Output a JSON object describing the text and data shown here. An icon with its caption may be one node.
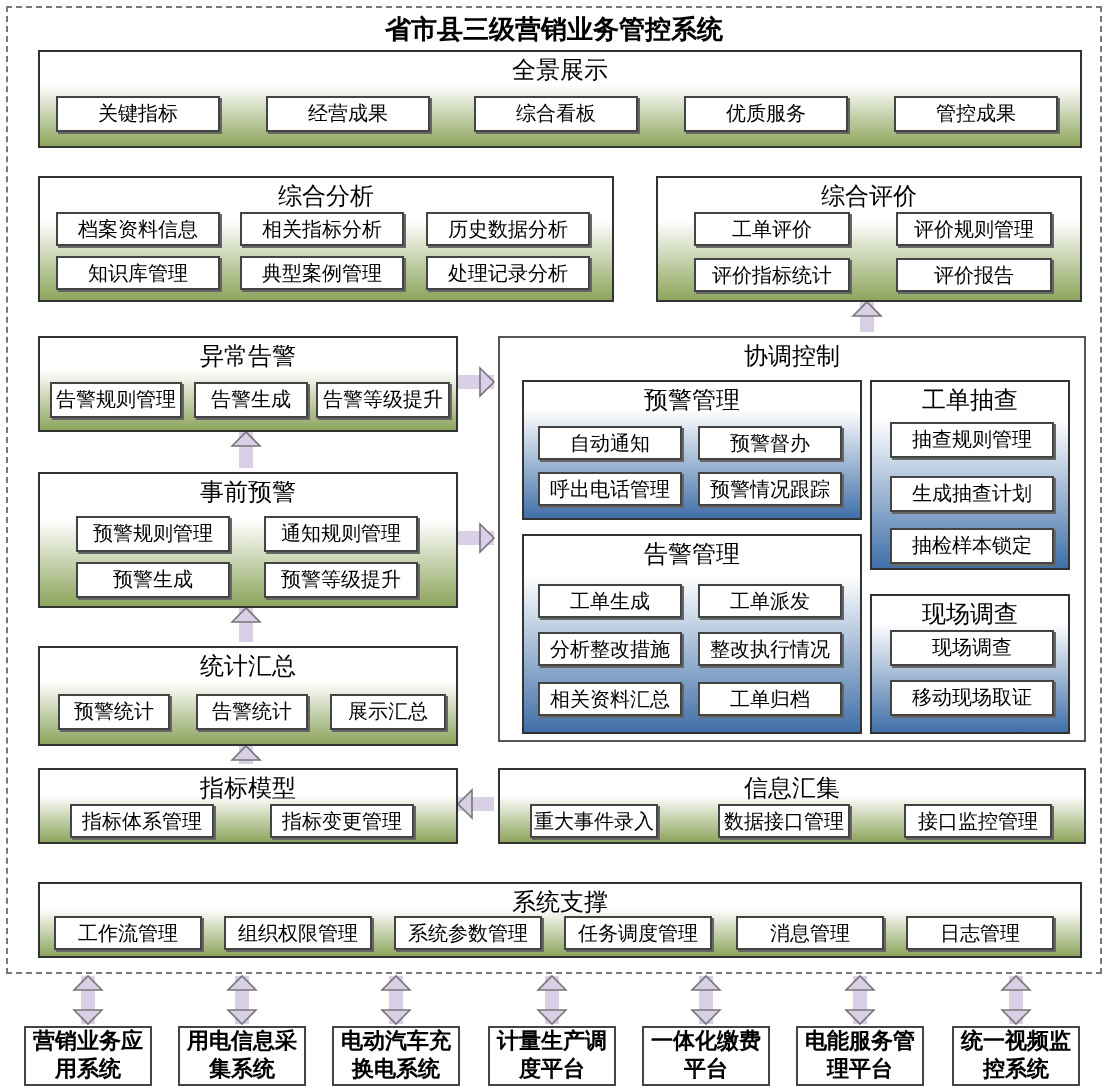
{
  "diagram": {
    "nodes": [
      {
        "text": [
          "省市县三级营销业务管控系统"
        ]
      },
      {
        "text": [
          "全景展示"
        ],
        "in": 0
      },
      {
        "text": [
          "关键指标"
        ],
        "in": 1
      },
      {
        "text": [
          "经营成果"
        ],
        "in": 1
      },
      {
        "text": [
          "综合看板"
        ],
        "in": 1
      },
      {
        "text": [
          "优质服务"
        ],
        "in": 1
      },
      {
        "text": [
          "管控成果"
        ],
        "in": 1
      },
      {
        "text": [
          "综合分析"
        ],
        "in": 0
      },
      {
        "text": [
          "档案资料信息"
        ],
        "in": 7
      },
      {
        "text": [
          "相关指标分析"
        ],
        "in": 7
      },
      {
        "text": [
          "历史数据分析"
        ],
        "in": 7
      },
      {
        "text": [
          "知识库管理"
        ],
        "in": 7
      },
      {
        "text": [
          "典型案例管理"
        ],
        "in": 7
      },
      {
        "text": [
          "处理记录分析"
        ],
        "in": 7
      },
      {
        "text": [
          "综合评价"
        ],
        "in": 0
      },
      {
        "text": [
          "工单评价"
        ],
        "in": 14
      },
      {
        "text": [
          "评价规则管理"
        ],
        "in": 14
      },
      {
        "text": [
          "评价指标统计"
        ],
        "in": 14
      },
      {
        "text": [
          "评价报告"
        ],
        "in": 14
      },
      {
        "text": [
          "异常告警"
        ],
        "in": 0
      },
      {
        "text": [
          "告警规则管理"
        ],
        "in": 19
      },
      {
        "text": [
          "告警生成"
        ],
        "in": 19
      },
      {
        "text": [
          "告警等级提升"
        ],
        "in": 19
      },
      {
        "text": [
          "事前预警"
        ],
        "in": 0
      },
      {
        "text": [
          "预警规则管理"
        ],
        "in": 23
      },
      {
        "text": [
          "通知规则管理"
        ],
        "in": 23
      },
      {
        "text": [
          "预警生成"
        ],
        "in": 23
      },
      {
        "text": [
          "预警等级提升"
        ],
        "in": 23
      },
      {
        "text": [
          "协调控制"
        ],
        "in": 0
      },
      {
        "text": [
          "预警管理"
        ],
        "in": 28
      },
      {
        "text": [
          "自动通知"
        ],
        "in": 29
      },
      {
        "text": [
          "预警督办"
        ],
        "in": 29
      },
      {
        "text": [
          "呼出电话管理"
        ],
        "in": 29
      },
      {
        "text": [
          "预警情况跟踪"
        ],
        "in": 29
      },
      {
        "text": [
          "工单抽查"
        ],
        "in": 28
      },
      {
        "text": [
          "抽查规则管理"
        ],
        "in": 34
      },
      {
        "text": [
          "生成抽查计划"
        ],
        "in": 34
      },
      {
        "text": [
          "抽检样本锁定"
        ],
        "in": 34
      },
      {
        "text": [
          "告警管理"
        ],
        "in": 28
      },
      {
        "text": [
          "工单生成"
        ],
        "in": 38
      },
      {
        "text": [
          "工单派发"
        ],
        "in": 38
      },
      {
        "text": [
          "分析整改措施"
        ],
        "in": 38
      },
      {
        "text": [
          "整改执行情况"
        ],
        "in": 38
      },
      {
        "text": [
          "相关资料汇总"
        ],
        "in": 38
      },
      {
        "text": [
          "工单归档"
        ],
        "in": 38
      },
      {
        "text": [
          "现场调查"
        ],
        "in": 28
      },
      {
        "text": [
          "现场调查"
        ],
        "in": 45
      },
      {
        "text": [
          "移动现场取证"
        ],
        "in": 45
      },
      {
        "text": [
          "统计汇总"
        ],
        "in": 0
      },
      {
        "text": [
          "预警统计"
        ],
        "in": 48
      },
      {
        "text": [
          "告警统计"
        ],
        "in": 48
      },
      {
        "text": [
          "展示汇总"
        ],
        "in": 48
      },
      {
        "text": [
          "指标模型"
        ],
        "in": 0
      },
      {
        "text": [
          "指标体系管理"
        ],
        "in": 52
      },
      {
        "text": [
          "指标变更管理"
        ],
        "in": 52
      },
      {
        "text": [
          "信息汇集"
        ],
        "in": 0
      },
      {
        "text": [
          "重大事件录入"
        ],
        "in": 55
      },
      {
        "text": [
          "数据接口管理"
        ],
        "in": 55
      },
      {
        "text": [
          "接口监控管理"
        ],
        "in": 55
      },
      {
        "text": [
          "系统支撑"
        ],
        "in": 0
      },
      {
        "text": [
          "工作流管理"
        ],
        "in": 59
      },
      {
        "text": [
          "组织权限管理"
        ],
        "in": 59
      },
      {
        "text": [
          "系统参数管理"
        ],
        "in": 59
      },
      {
        "text": [
          "任务调度管理"
        ],
        "in": 59
      },
      {
        "text": [
          "消息管理"
        ],
        "in": 59
      },
      {
        "text": [
          "日志管理"
        ],
        "in": 59
      },
      {
        "text": [
          "营销业务应用系统"
        ]
      },
      {
        "text": [
          "用电信息采集系统"
        ]
      },
      {
        "text": [
          "电动汽车充换电系统"
        ]
      },
      {
        "text": [
          "计量生产调度平台"
        ]
      },
      {
        "text": [
          "一体化缴费平台"
        ]
      },
      {
        "text": [
          "电能服务管理平台"
        ]
      },
      {
        "text": [
          "统一视频监控系统"
        ]
      }
    ],
    "edges": [
      {
        "from": 28,
        "to": 14,
        "arrow": "to"
      },
      {
        "from": 19,
        "to": 28,
        "arrow": "to"
      },
      {
        "from": 23,
        "to": 28,
        "arrow": "to"
      },
      {
        "from": 23,
        "to": 19,
        "arrow": "to"
      },
      {
        "from": 48,
        "to": 23,
        "arrow": "to"
      },
      {
        "from": 52,
        "to": 48,
        "arrow": "to"
      },
      {
        "from": 55,
        "to": 52,
        "arrow": "to"
      },
      {
        "from": 0,
        "to": 66,
        "arrow": "both"
      },
      {
        "from": 0,
        "to": 67,
        "arrow": "both"
      },
      {
        "from": 0,
        "to": 68,
        "arrow": "both"
      },
      {
        "from": 0,
        "to": 69,
        "arrow": "both"
      },
      {
        "from": 0,
        "to": 70,
        "arrow": "both"
      },
      {
        "from": 0,
        "to": 71,
        "arrow": "both"
      },
      {
        "from": 0,
        "to": 72,
        "arrow": "both"
      }
    ]
  }
}
